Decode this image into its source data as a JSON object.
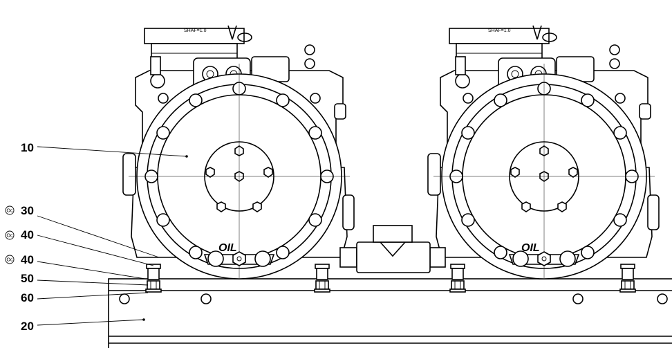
{
  "callouts": [
    {
      "id": "c10",
      "text": "10",
      "oc": false
    },
    {
      "id": "c30",
      "text": "30",
      "oc": true
    },
    {
      "id": "c40a",
      "text": "40",
      "oc": true
    },
    {
      "id": "c40b",
      "text": "40",
      "oc": true
    },
    {
      "id": "c50",
      "text": "50",
      "oc": false
    },
    {
      "id": "c60",
      "text": "60",
      "oc": false
    },
    {
      "id": "c20",
      "text": "20",
      "oc": false
    }
  ],
  "oc_symbol": "Oc",
  "oil_label": "OIL",
  "small_plate_text": "SHAF=1.0"
}
